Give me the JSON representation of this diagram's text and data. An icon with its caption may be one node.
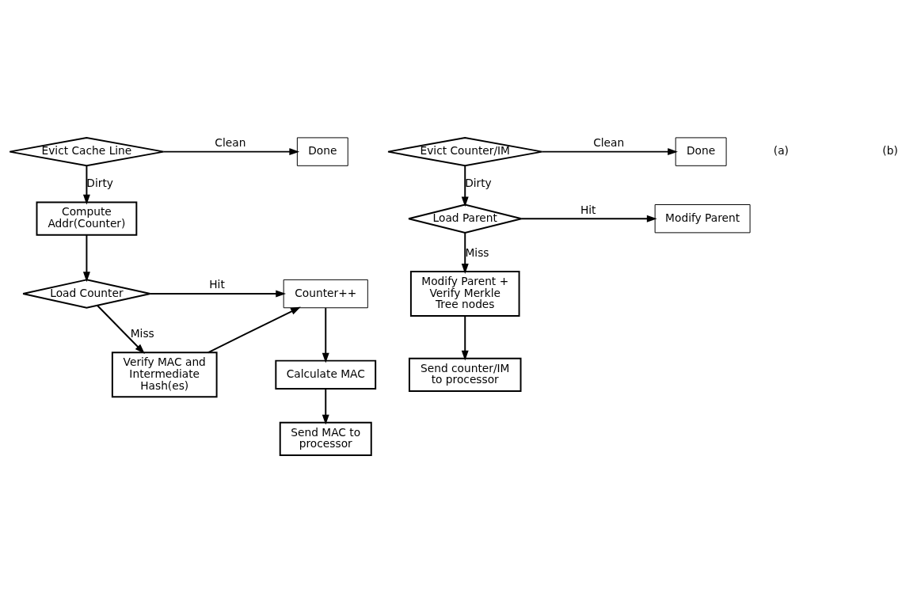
{
  "diagram": {
    "nodes": [
      {
        "text": [
          "Evict Cache Line"
        ]
      },
      {
        "text": [
          "Done"
        ]
      },
      {
        "text": [
          "Compute Addr(Counter)"
        ]
      },
      {
        "text": [
          "Load Counter"
        ]
      },
      {
        "text": [
          "Counter++"
        ]
      },
      {
        "text": [
          "Verify MAC and Intermediate Hash(es)"
        ]
      },
      {
        "text": [
          "Calculate MAC"
        ]
      },
      {
        "text": [
          "Send MAC to processor"
        ]
      },
      {
        "text": [
          "Evict Counter/IM"
        ]
      },
      {
        "text": [
          "Done"
        ]
      },
      {
        "text": [
          "Load Parent"
        ]
      },
      {
        "text": [
          "Modify Parent"
        ]
      },
      {
        "text": [
          "Modify Parent + Verify Merkle Tree nodes"
        ]
      },
      {
        "text": [
          "Send counter/IM to processor"
        ]
      }
    ],
    "edges": [
      {
        "from": 0,
        "to": 1,
        "arrow": "to",
        "label": "Clean"
      },
      {
        "from": 0,
        "to": 2,
        "arrow": "to",
        "label": "Dirty"
      },
      {
        "from": 2,
        "to": 3,
        "arrow": "to"
      },
      {
        "from": 3,
        "to": 4,
        "arrow": "to",
        "label": "Hit"
      },
      {
        "from": 3,
        "to": 5,
        "arrow": "to",
        "label": "Miss"
      },
      {
        "from": 5,
        "to": 4,
        "arrow": "to"
      },
      {
        "from": 4,
        "to": 6,
        "arrow": "to"
      },
      {
        "from": 6,
        "to": 7,
        "arrow": "to"
      },
      {
        "from": 8,
        "to": 9,
        "arrow": "to",
        "label": "Clean"
      },
      {
        "from": 8,
        "to": 10,
        "arrow": "to",
        "label": "Dirty"
      },
      {
        "from": 10,
        "to": 11,
        "arrow": "to",
        "label": "Hit"
      },
      {
        "from": 10,
        "to": 12,
        "arrow": "to",
        "label": "Miss"
      },
      {
        "from": 12,
        "to": 13,
        "arrow": "to"
      }
    ],
    "labels": [
      "(a)",
      "(b)"
    ]
  }
}
